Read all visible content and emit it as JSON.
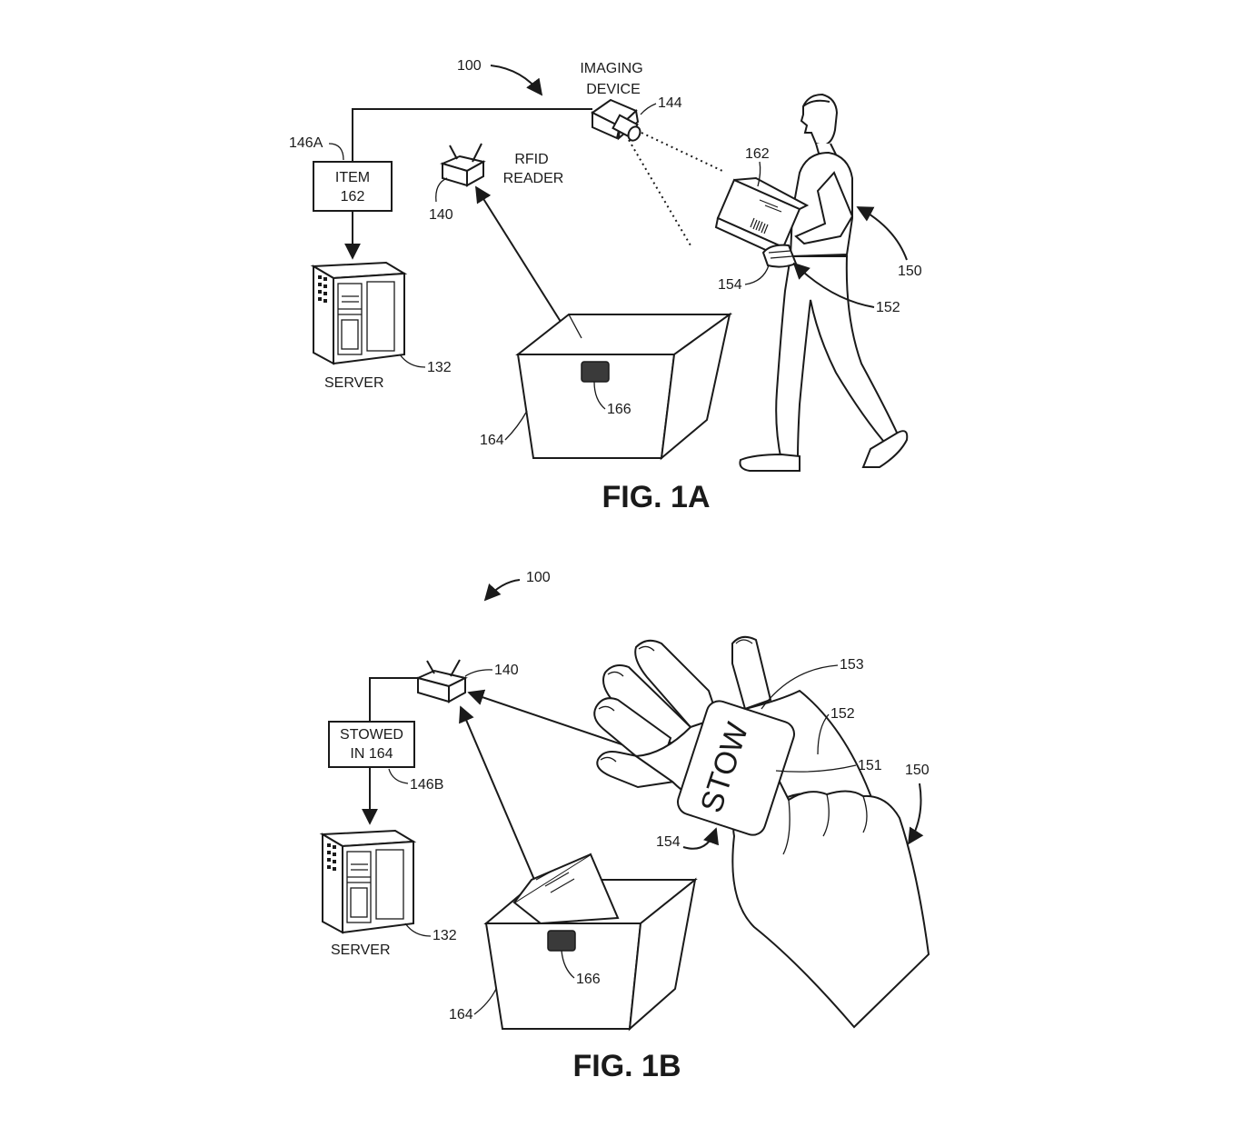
{
  "fig1a": {
    "caption": "FIG. 1A",
    "ref_system": "100",
    "imaging_device_label": [
      "IMAGING",
      "DEVICE"
    ],
    "ref_imaging_device": "144",
    "rfid_reader_label": [
      "RFID",
      "READER"
    ],
    "ref_rfid_reader": "140",
    "ref_message": "146A",
    "message_box": [
      "ITEM",
      "162"
    ],
    "server_label": "SERVER",
    "ref_server": "132",
    "ref_item": "162",
    "ref_user": "150",
    "ref_wearable": "152",
    "ref_tag": "154",
    "ref_container": "164",
    "ref_container_tag": "166"
  },
  "fig1b": {
    "caption": "FIG. 1B",
    "ref_system": "100",
    "ref_rfid_reader": "140",
    "message_box": [
      "STOWED",
      "IN 164"
    ],
    "ref_message": "146B",
    "server_label": "SERVER",
    "ref_server": "132",
    "ref_button": "153",
    "ref_wearable": "152",
    "ref_display": "151",
    "ref_user": "150",
    "ref_tag": "154",
    "display_text": "STOW",
    "ref_container": "164",
    "ref_container_tag": "166"
  }
}
